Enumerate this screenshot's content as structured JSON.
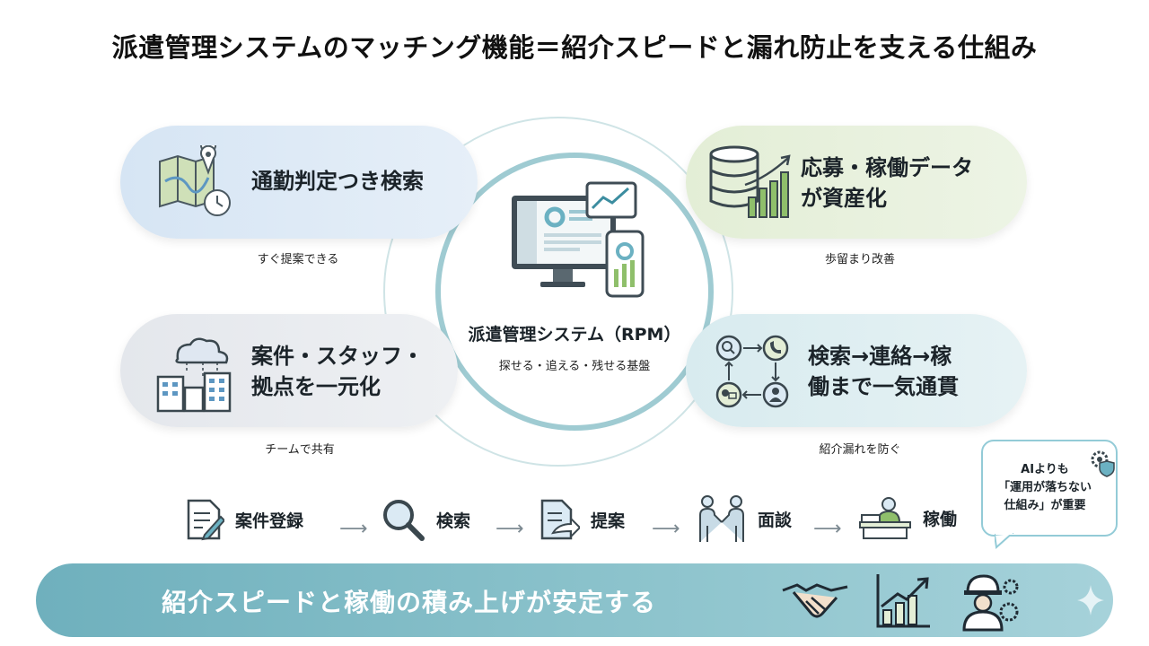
{
  "title": "派遣管理システムのマッチング機能＝紹介スピードと漏れ防止を支える仕組み",
  "center": {
    "title": "派遣管理システム（RPM）",
    "subtitle": "探せる・追える・残せる基盤"
  },
  "features": [
    {
      "label": "通勤判定つき検索",
      "caption": "すぐ提案できる",
      "icon": "map-clock-icon"
    },
    {
      "label": "応募・稼働データ\nが資産化",
      "caption": "歩留まり改善",
      "icon": "database-chart-icon"
    },
    {
      "label": "案件・スタッフ・\n拠点を一元化",
      "caption": "チームで共有",
      "icon": "cloud-buildings-icon"
    },
    {
      "label": "検索→連絡→稼\n働まで一気通貫",
      "caption": "紹介漏れを防ぐ",
      "icon": "process-cycle-icon"
    }
  ],
  "flow": [
    {
      "label": "案件登録",
      "icon": "document-edit-icon"
    },
    {
      "label": "検索",
      "icon": "magnifier-icon"
    },
    {
      "label": "提案",
      "icon": "document-send-icon"
    },
    {
      "label": "面談",
      "icon": "handshake-people-icon"
    },
    {
      "label": "稼働",
      "icon": "worker-desk-icon"
    }
  ],
  "bubble": "AIよりも\n「運用が落ちない\n仕組み」が重要",
  "banner": "紹介スピードと稼働の積み上げが安定する",
  "colors": {
    "blue_pill": "#dde9f6",
    "green_pill": "#e7f1dc",
    "gray_pill": "#e9ebef",
    "teal_pill": "#ddedf0",
    "banner": "#7fbac5",
    "accent": "#3c8da0"
  }
}
